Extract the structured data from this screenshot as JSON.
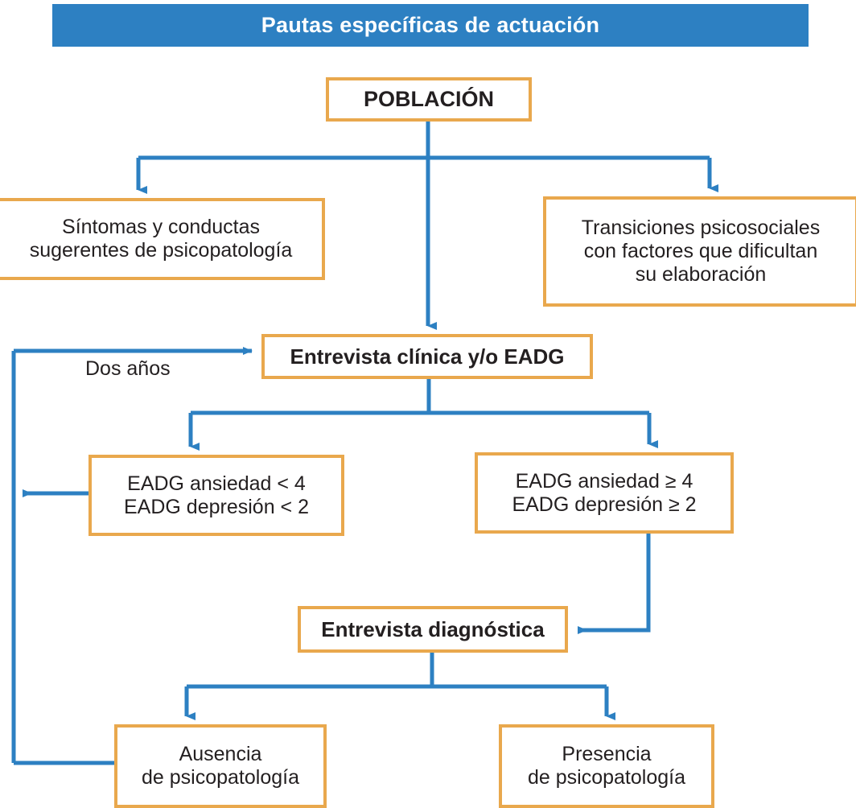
{
  "header": {
    "title": "Pautas específicas de actuación",
    "background_color": "#2D80C2",
    "text_color": "#FFFFFF"
  },
  "theme": {
    "node_border_color": "#E9A84D",
    "node_fill_color": "#FFFFFF",
    "connector_color": "#2D80C2",
    "text_color": "#231F20"
  },
  "diagram": {
    "type": "flowchart",
    "nodes": [
      {
        "id": "poblacion",
        "label": "POBLACIÓN"
      },
      {
        "id": "sintomas",
        "label": "Síntomas y conductas\nsugerentes de psicopatología"
      },
      {
        "id": "transiciones",
        "label": "Transiciones psicosociales\ncon factores que dificultan\nsu elaboración"
      },
      {
        "id": "entrevista_clinica",
        "label": "Entrevista clínica y/o EADG"
      },
      {
        "id": "eadg_bajo",
        "label": "EADG ansiedad < 4\nEADG depresión < 2"
      },
      {
        "id": "eadg_alto",
        "label": "EADG ansiedad ≥ 4\nEADG depresión ≥ 2"
      },
      {
        "id": "entrevista_diagnostica",
        "label": "Entrevista diagnóstica"
      },
      {
        "id": "ausencia",
        "label": "Ausencia\nde psicopatología"
      },
      {
        "id": "presencia",
        "label": "Presencia\nde psicopatología"
      }
    ],
    "edge_labels": [
      {
        "id": "dos_anios",
        "label": "Dos años"
      }
    ],
    "edges": [
      {
        "from": "poblacion",
        "to": "sintomas"
      },
      {
        "from": "poblacion",
        "to": "transiciones"
      },
      {
        "from": "poblacion",
        "to": "entrevista_clinica"
      },
      {
        "from": "entrevista_clinica",
        "to": "eadg_bajo"
      },
      {
        "from": "entrevista_clinica",
        "to": "eadg_alto"
      },
      {
        "from": "eadg_alto",
        "to": "entrevista_diagnostica"
      },
      {
        "from": "entrevista_diagnostica",
        "to": "ausencia"
      },
      {
        "from": "entrevista_diagnostica",
        "to": "presencia"
      },
      {
        "from": "eadg_bajo",
        "to": "entrevista_clinica",
        "label": "Dos años"
      },
      {
        "from": "ausencia",
        "to": "entrevista_clinica",
        "label": "Dos años"
      }
    ]
  }
}
